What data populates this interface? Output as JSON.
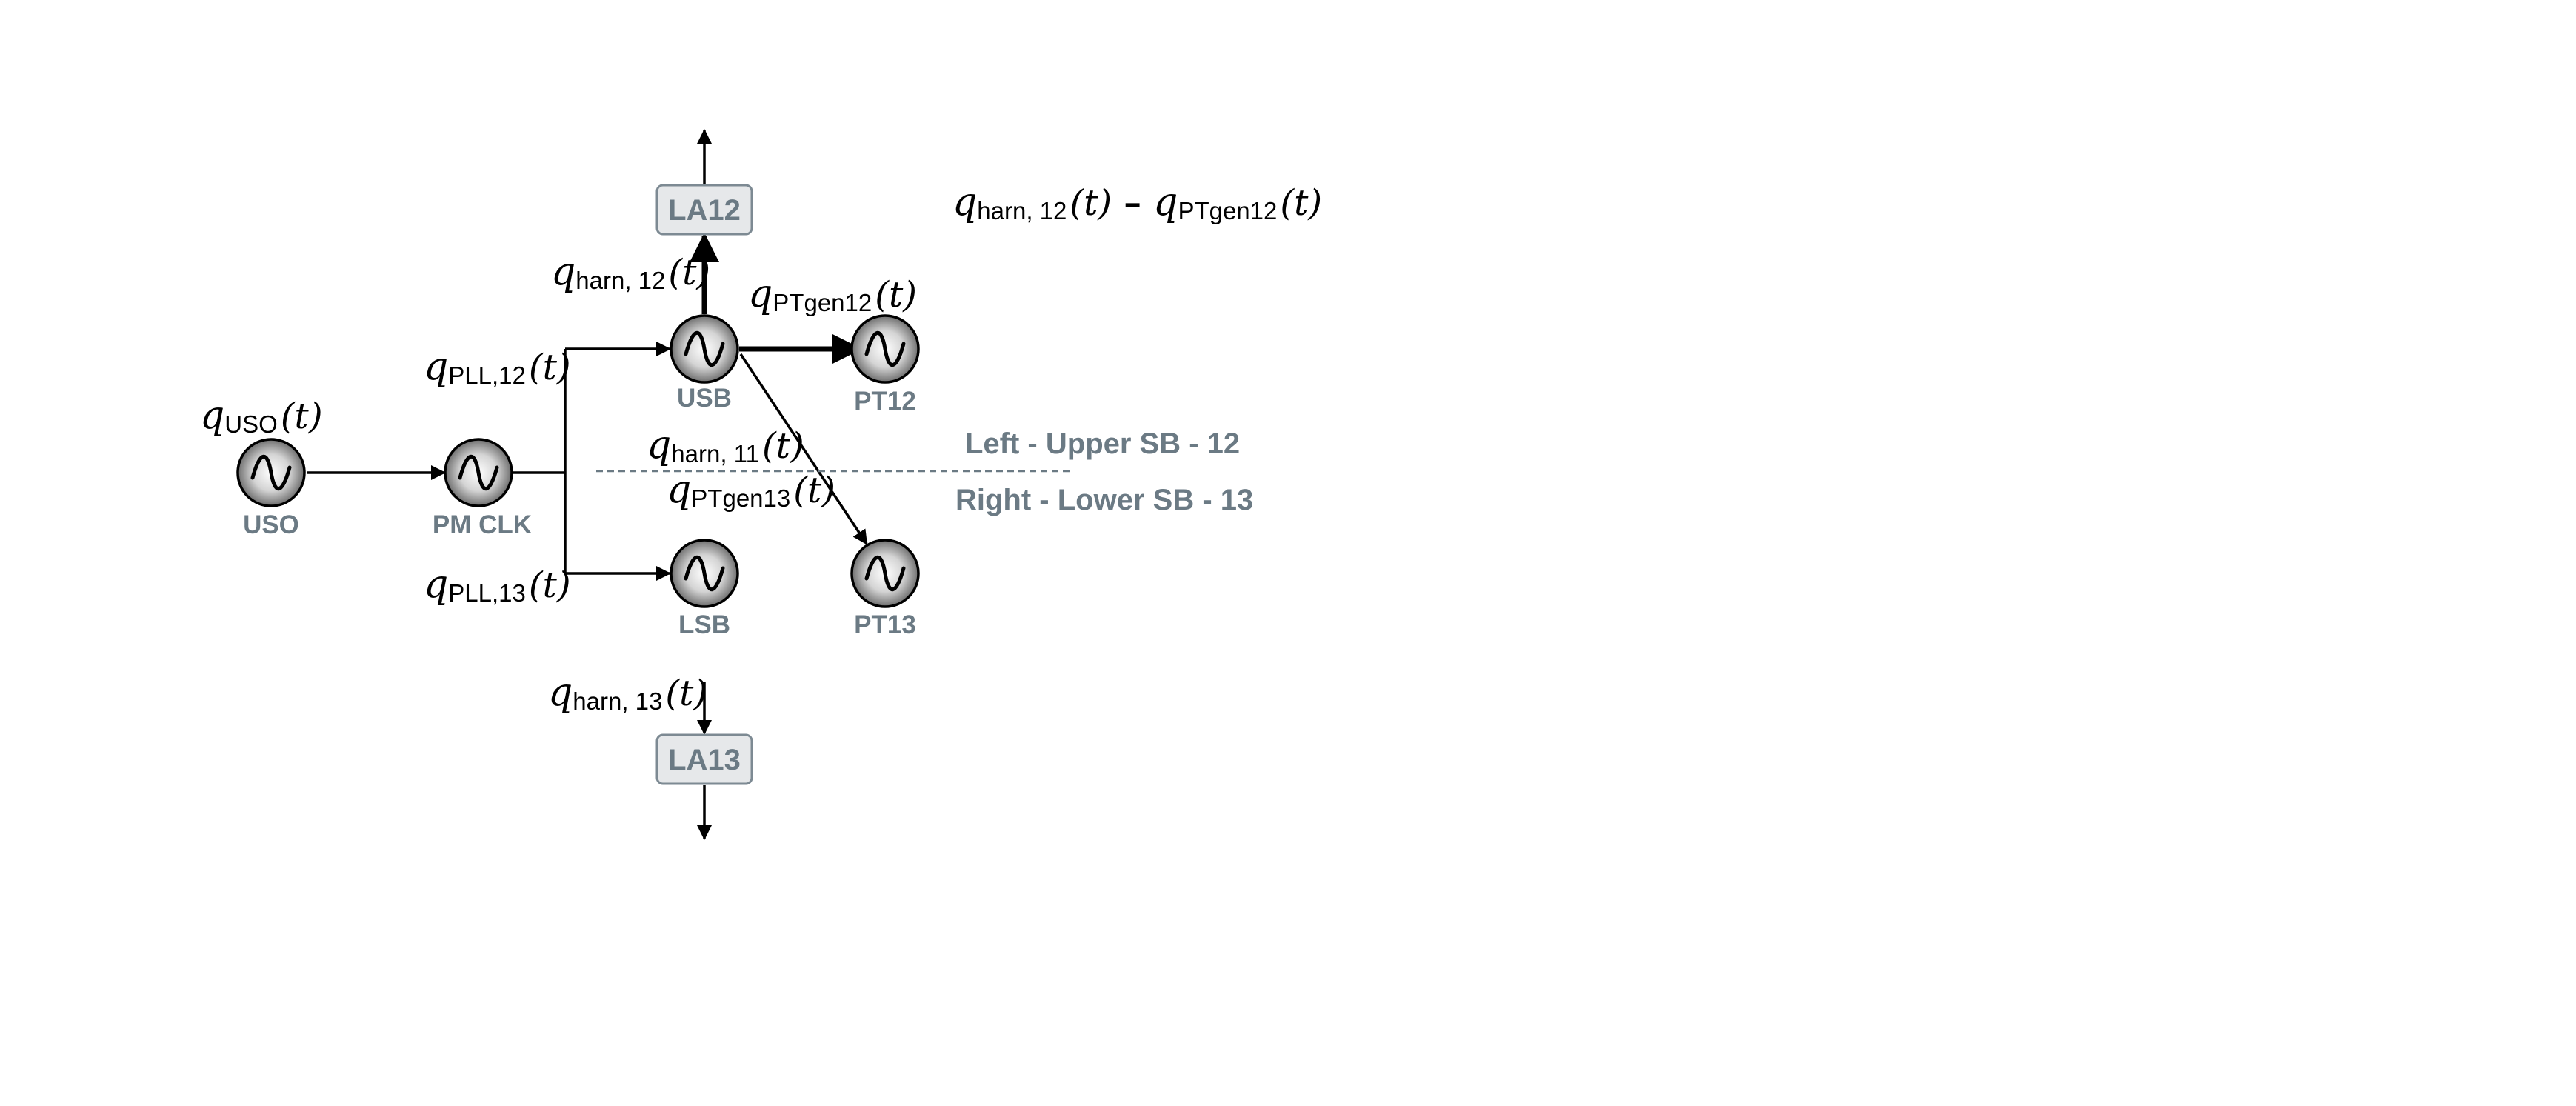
{
  "nodes": {
    "uso": "USO",
    "pm_clk": "PM CLK",
    "usb": "USB",
    "lsb": "LSB",
    "pt12": "PT12",
    "pt13": "PT13"
  },
  "boxes": {
    "la12": "LA12",
    "la13": "LA13"
  },
  "regions": {
    "upper": "Left - Upper SB - 12",
    "lower": "Right - Lower SB - 13"
  },
  "signals": {
    "q_uso": {
      "q": "q",
      "sub": "USO",
      "arg": "(t)"
    },
    "q_pll12": {
      "q": "q",
      "sub": "PLL,12",
      "arg": "(t)"
    },
    "q_pll13": {
      "q": "q",
      "sub": "PLL,13",
      "arg": "(t)"
    },
    "q_harn12": {
      "q": "q",
      "sub": "harn, 12",
      "arg": "(t)"
    },
    "q_harn11": {
      "q": "q",
      "sub": "harn, 11",
      "arg": "(t)"
    },
    "q_harn13": {
      "q": "q",
      "sub": "harn, 13",
      "arg": "(t)"
    },
    "q_ptgen12": {
      "q": "q",
      "sub": "PTgen12",
      "arg": "(t)"
    },
    "q_ptgen13": {
      "q": "q",
      "sub": "PTgen13",
      "arg": "(t)"
    }
  },
  "equation": {
    "lhs": {
      "q": "q",
      "sub": "harn, 12",
      "arg": "(t)"
    },
    "operator": "–",
    "rhs": {
      "q": "q",
      "sub": "PTgen12",
      "arg": "(t)"
    }
  }
}
